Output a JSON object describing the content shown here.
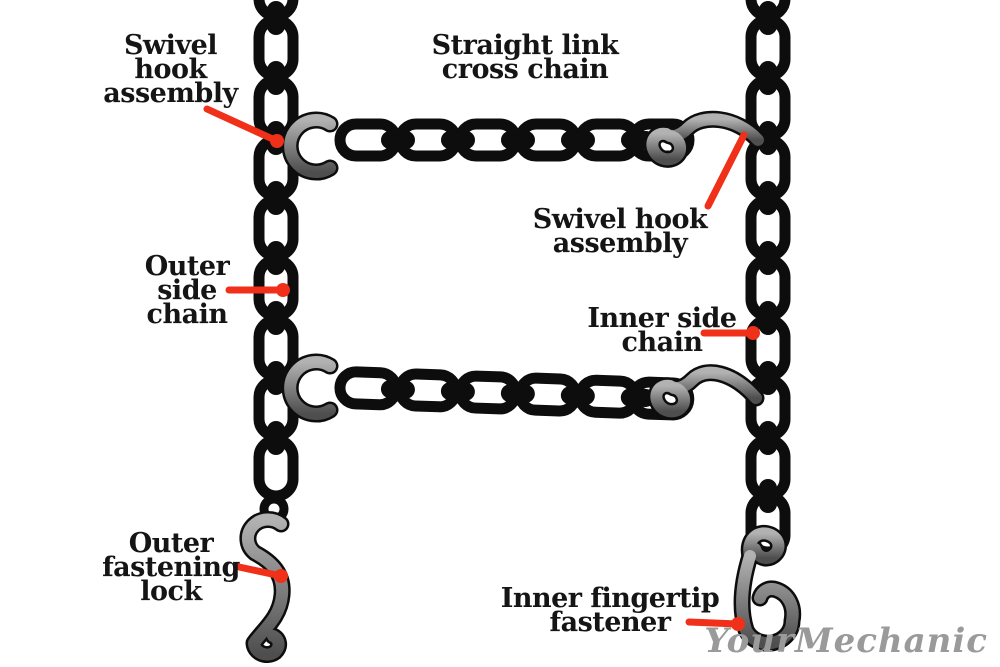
{
  "diagram": {
    "watermark": "YourMechanic",
    "labels": [
      {
        "id": "swivel-hook-assembly-left",
        "lines": [
          "Swivel",
          "hook",
          "assembly"
        ]
      },
      {
        "id": "straight-link-cross-chain",
        "lines": [
          "Straight link",
          "cross chain"
        ]
      },
      {
        "id": "swivel-hook-assembly-right",
        "lines": [
          "Swivel hook",
          "assembly"
        ]
      },
      {
        "id": "outer-side-chain",
        "lines": [
          "Outer",
          "side",
          "chain"
        ]
      },
      {
        "id": "inner-side-chain",
        "lines": [
          "Inner side",
          "chain"
        ]
      },
      {
        "id": "outer-fastening-lock",
        "lines": [
          "Outer",
          "fastening",
          "lock"
        ]
      },
      {
        "id": "inner-fingertip-fastener",
        "lines": [
          "Inner fingertip",
          "fastener"
        ]
      }
    ],
    "parts": [
      "outer side chain",
      "inner side chain",
      "straight link cross chain",
      "swivel hook assembly",
      "outer fastening lock",
      "inner fingertip fastener"
    ],
    "colors": {
      "background": "#ffffff",
      "chain": "#0d0d0d",
      "hook_light": "#b2b2b2",
      "hook_dark": "#4e4e4e",
      "leader_line": "#f03018",
      "label_text": "#151515",
      "watermark": "#9a9a9a"
    }
  }
}
